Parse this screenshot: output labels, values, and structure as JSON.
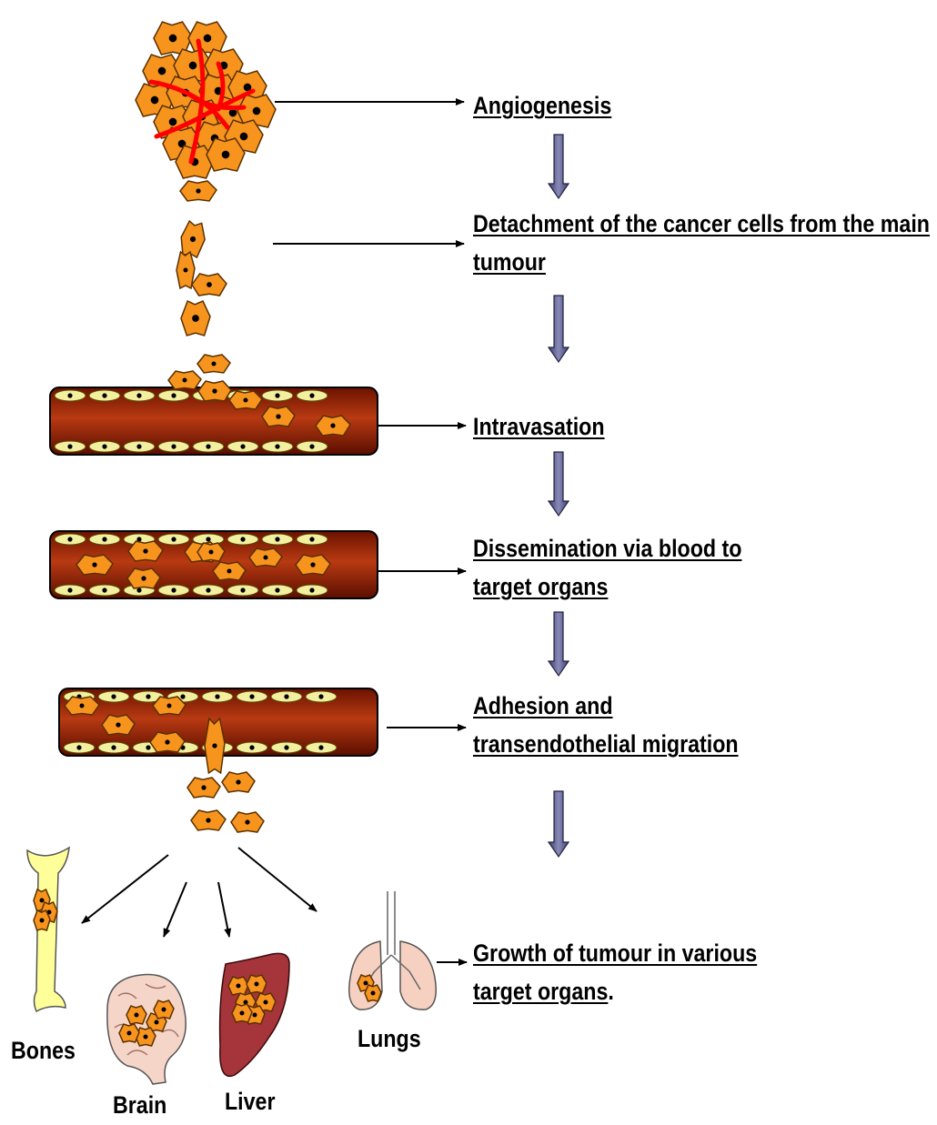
{
  "steps": [
    {
      "id": "angiogenesis",
      "lines": [
        "Angiogenesis"
      ]
    },
    {
      "id": "detachment",
      "lines": [
        "Detachment of the cancer cells from the main",
        "tumour"
      ]
    },
    {
      "id": "intravasation",
      "lines": [
        "Intravasation"
      ]
    },
    {
      "id": "dissemination",
      "lines": [
        "Dissemination via blood to",
        "target organs"
      ]
    },
    {
      "id": "adhesion",
      "lines": [
        "Adhesion and",
        "transendothelial migration"
      ]
    },
    {
      "id": "growth",
      "lines": [
        "Growth of tumour in various",
        "target organs"
      ],
      "suffix": "."
    }
  ],
  "organs": {
    "bones": "Bones",
    "brain": "Brain",
    "liver": "Liver",
    "lungs": "Lungs"
  },
  "colors": {
    "cell_fill": "#f7941d",
    "cell_stroke": "#5a3000",
    "nucleus": "#000000",
    "vessel_fill": "#8b1a00",
    "vessel_highlight": "#c0401a",
    "endothelium": "#f2efa0",
    "angio_vessel": "#ff0000",
    "flow_arrow": "#5c5c8e",
    "bone": "#ffff99",
    "brain": "#f5d5c8",
    "liver": "#a5353a",
    "lungs": "#f6d0c0"
  },
  "icons": {
    "step_arrow": "down-arrow-icon",
    "pointer": "right-arrow-icon"
  }
}
